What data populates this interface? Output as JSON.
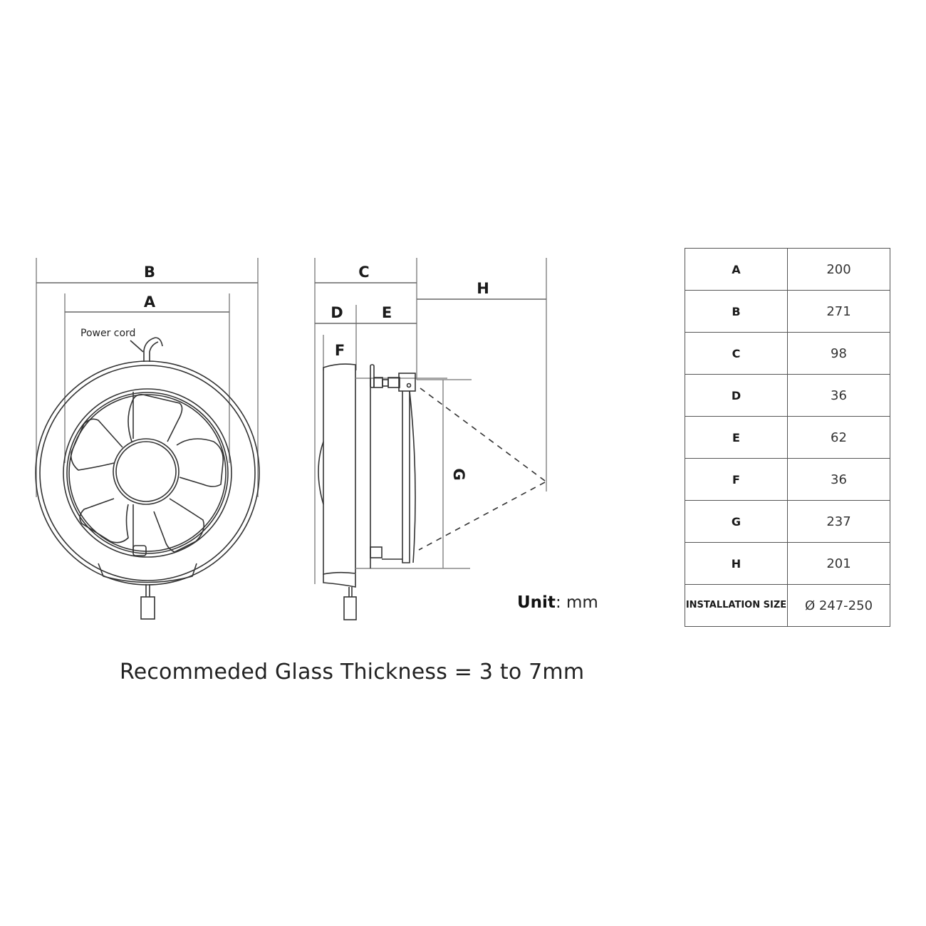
{
  "front_view": {
    "labels": {
      "outer_width": "B",
      "inner_width": "A",
      "power_cord": "Power cord"
    }
  },
  "side_view": {
    "labels": {
      "total_depth": "C",
      "front_depth": "D",
      "rear_depth": "E",
      "front_lip": "F",
      "shutter_height": "G",
      "shutter_reach": "H"
    }
  },
  "unit": {
    "label": "Unit",
    "value": ": mm"
  },
  "note": "Recommeded Glass Thickness = 3 to 7mm",
  "spec_table": {
    "rows": [
      {
        "key": "A",
        "value": "200"
      },
      {
        "key": "B",
        "value": "271"
      },
      {
        "key": "C",
        "value": "98"
      },
      {
        "key": "D",
        "value": "36"
      },
      {
        "key": "E",
        "value": "62"
      },
      {
        "key": "F",
        "value": "36"
      },
      {
        "key": "G",
        "value": "237"
      },
      {
        "key": "H",
        "value": "201"
      },
      {
        "key": "INSTALLATION SIZE",
        "value": "Ø 247-250"
      }
    ]
  }
}
